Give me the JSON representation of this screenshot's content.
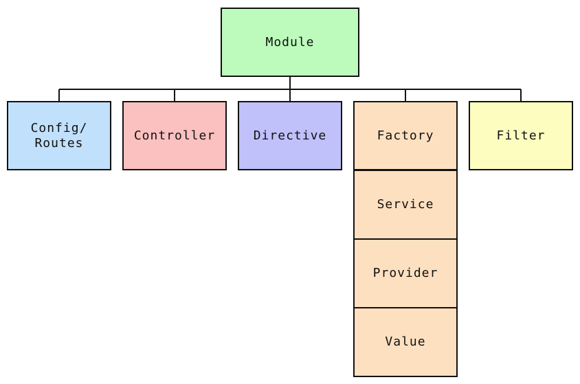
{
  "colors": {
    "module": "#bdfbbd",
    "config": "#c1e0fb",
    "controller": "#fbc0c0",
    "directive": "#c0c0fb",
    "services": "#fde0c0",
    "filter": "#fdfdc0",
    "stroke": "#111111"
  },
  "root": {
    "label": "Module"
  },
  "children": {
    "config": "Config/\nRoutes",
    "controller": "Controller",
    "directive": "Directive",
    "factory": "Factory",
    "service": "Service",
    "provider": "Provider",
    "value": "Value",
    "filter": "Filter"
  }
}
